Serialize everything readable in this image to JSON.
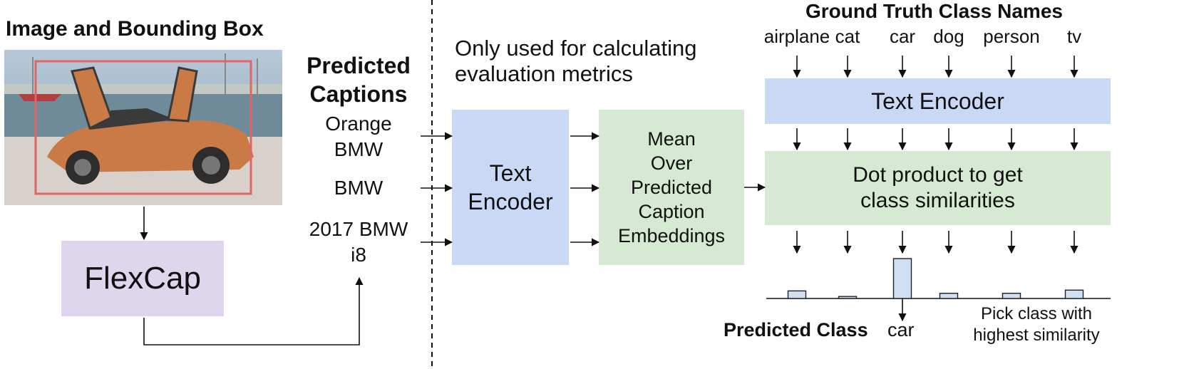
{
  "left": {
    "heading": "Image and Bounding Box",
    "flexcap_label": "FlexCap"
  },
  "captions": {
    "heading_line1": "Predicted",
    "heading_line2": "Captions",
    "items": [
      {
        "line1": "Orange",
        "line2": "BMW"
      },
      {
        "line1": "BMW",
        "line2": ""
      },
      {
        "line1": "2017 BMW",
        "line2": "i8"
      }
    ]
  },
  "note": {
    "line1": "Only used for calculating",
    "line2": "evaluation metrics"
  },
  "text_encoder_left": {
    "line1": "Text",
    "line2": "Encoder"
  },
  "mean_box": {
    "line1": "Mean",
    "line2": "Over",
    "line3": "Predicted",
    "line4": "Caption",
    "line5": "Embeddings"
  },
  "right": {
    "heading": "Ground Truth Class Names",
    "class_names": [
      "airplane",
      "cat",
      "car",
      "dog",
      "person",
      "tv"
    ],
    "text_encoder_label": "Text Encoder",
    "dot_product_line1": "Dot product to get",
    "dot_product_line2": "class similarities",
    "predicted_class_label": "Predicted Class",
    "predicted_class_value": "car",
    "pick_note_line1": "Pick class with",
    "pick_note_line2": "highest similarity"
  },
  "chart_data": {
    "type": "bar",
    "categories": [
      "airplane",
      "cat",
      "car",
      "dog",
      "person",
      "tv"
    ],
    "values": [
      0.19,
      0.05,
      1.0,
      0.13,
      0.13,
      0.21
    ],
    "colors": {
      "bar_fill": "#cfe0f3",
      "bar_stroke": "#222222"
    }
  },
  "colors": {
    "encoder_blue": "#c9d9f5",
    "mean_green": "#d6ead3",
    "flexcap_purple": "#ddd6ec",
    "bbox_red": "#e06666"
  }
}
